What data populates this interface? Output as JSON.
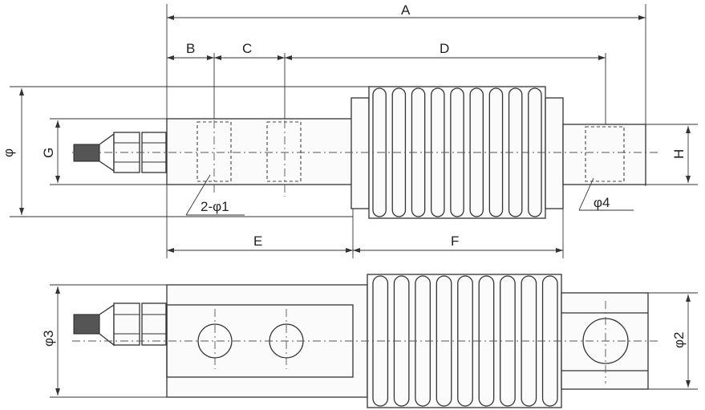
{
  "title": "Load cell dimension drawing",
  "labels": {
    "A": "A",
    "B": "B",
    "C": "C",
    "D": "D",
    "E": "E",
    "F": "F",
    "G": "G",
    "H": "H",
    "phi": "φ",
    "hole1": "2-φ1",
    "hole4": "φ4",
    "phi2": "φ2",
    "phi3": "φ3"
  }
}
